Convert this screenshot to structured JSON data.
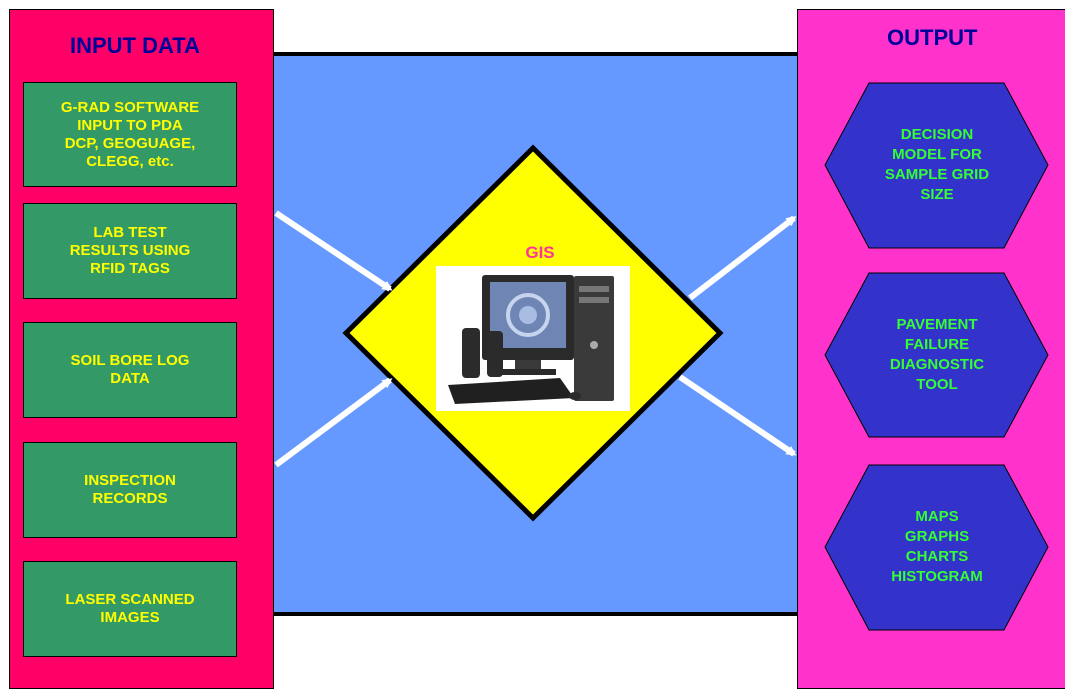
{
  "input_panel": {
    "title": "INPUT DATA",
    "items": [
      "G-RAD SOFTWARE\nINPUT TO PDA\nDCP, GEOGUAGE,\nCLEGG, etc.",
      "LAB TEST\nRESULTS USING\nRFID TAGS",
      "SOIL BORE LOG\nDATA",
      "INSPECTION\nRECORDS",
      "LASER SCANNED\nIMAGES"
    ]
  },
  "center": {
    "label": "GIS",
    "icon": "desktop-computer-icon"
  },
  "output_panel": {
    "title": "OUTPUT",
    "items": [
      "DECISION\nMODEL FOR\nSAMPLE GRID\nSIZE",
      "PAVEMENT\nFAILURE\nDIAGNOSTIC\nTOOL",
      "MAPS\nGRAPHS\nCHARTS\nHISTOGRAM"
    ]
  },
  "colors": {
    "input_panel": "#ff0066",
    "output_panel": "#ff33cc",
    "center_band": "#6699ff",
    "input_box": "#339966",
    "input_text": "#ffff00",
    "hexagon": "#3333cc",
    "hexagon_text": "#33ff33",
    "diamond": "#ffff00",
    "title_text": "#000099",
    "gis_text": "#ff3399"
  }
}
